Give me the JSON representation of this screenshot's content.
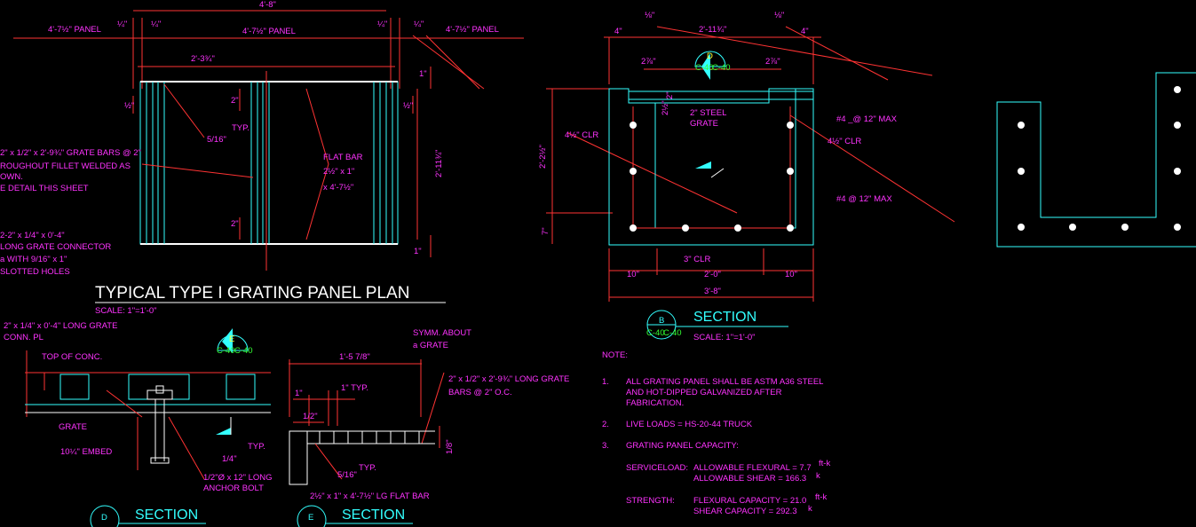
{
  "plan": {
    "top_dim": "4'-8\"",
    "panel_left": "4'-7½\" PANEL",
    "panel_mid": "4'-7½\" PANEL",
    "panel_right": "4'-7½\" PANEL",
    "quarter": "¼\"",
    "dim_233": "2'-3¾\"",
    "half": "½\"",
    "two_in": "2\"",
    "one_in": "1\"",
    "typ": "TYP.",
    "weld_5_16": "5/16\"",
    "flat_bar_1": "FLAT BAR",
    "flat_bar_2": "2½\" x 1\"",
    "flat_bar_3": "x 4'-7½\"",
    "dim_right": "2'-11¾\"",
    "grate_note_1": "2\" x 1/2\" x 2'-9¾\" GRATE BARS @ 2\"",
    "grate_note_2": "ROUGHOUT FILLET WELDED AS",
    "grate_note_3": "OWN.",
    "grate_note_4": "E DETAIL THIS SHEET",
    "conn_note_1": "2-2\" x 1/4\" x 0'-4\"",
    "conn_note_2": "LONG GRATE CONNECTOR",
    "conn_note_3": "a WITH 9/16\" x 1\"",
    "conn_note_4": "SLOTTED HOLES",
    "title": "TYPICAL TYPE I GRATING PANEL PLAN",
    "scale": "SCALE: 1\"=1'-0\""
  },
  "section_b": {
    "eighth": "⅛\"",
    "four_in": "4\"",
    "dim_top": "2'-11¾\"",
    "dim_278": "2⅞\"",
    "marker_letter": "D",
    "marker_ref_l": "C-40",
    "marker_ref_r": "C-40",
    "dim_2": "2\"",
    "dim_2b": "2½\"",
    "steel_grate_1": "2\" STEEL",
    "steel_grate_2": "GRATE",
    "rebar_1": "#4 _@ 12\" MAX",
    "rebar_2": "#4 @ 12\" MAX",
    "clr_left": "4½\" CLR",
    "clr_right": "4½\" CLR",
    "height_dim": "2'-2½\"",
    "bottom_7": "7\"",
    "clr_3": "3\" CLR",
    "dim_10_l": "10\"",
    "dim_20": "2'-0\"",
    "dim_10_r": "10\"",
    "dim_38": "3'-8\"",
    "bubble_letter": "B",
    "bubble_ref_l": "C-40",
    "bubble_ref_r": "C-40",
    "title": "SECTION",
    "scale": "SCALE: 1\"=1'-0\""
  },
  "notes": {
    "heading": "NOTE:",
    "n1_num": "1.",
    "n1_l1": "ALL GRATING PANEL SHALL BE ASTM A36 STEEL",
    "n1_l2": "AND HOT-DIPPED GALVANIZED AFTER",
    "n1_l3": "FABRICATION.",
    "n2_num": "2.",
    "n2": "LIVE LOADS = HS-20-44 TRUCK",
    "n3_num": "3.",
    "n3": "GRATING PANEL CAPACITY:",
    "service_label": "SERVICELOAD:",
    "service_flex": "ALLOWABLE FLEXURAL = 7.7",
    "service_shear": "ALLOWABLE SHEAR = 166.3",
    "unit_ftk": "ft-k",
    "unit_k": "k",
    "strength_label": "STRENGTH:",
    "strength_flex": "FLEXURAL CAPACITY = 21.0",
    "strength_shear": "SHEAR CAPACITY = 292.3"
  },
  "section_d": {
    "note_1": "2\" x 1/4\" x 0'-4\" LONG GRATE",
    "note_2": "CONN. PL",
    "top_conc": "TOP OF CONC.",
    "marker_letter": "E",
    "marker_ref_l": "C-40",
    "marker_ref_r": "C-40",
    "grate": "GRATE",
    "embed": "10¼\" EMBED",
    "typ": "TYP.",
    "weld_1_4": "1/4\"",
    "anchor_1": "1/2\"Ø x 12\" LONG",
    "anchor_2": "ANCHOR BOLT",
    "bubble_letter": "D",
    "title": "SECTION"
  },
  "section_e": {
    "symm_1": "SYMM. ABOUT",
    "symm_2": "a GRATE",
    "dim_top": "1'-5 7/8\"",
    "one_in": "1\"",
    "one_typ": "1\" TYP.",
    "half": "1/2\"",
    "grate_bars_1": "2\" x 1/2\" x 2'-9¾\" LONG GRATE",
    "grate_bars_2": "BARS @ 2\" O.C.",
    "height": "1/8\"",
    "weld_5_16": "5/16\"",
    "typ": "TYP.",
    "flat_bar": "2½\" x 1\" x 4'-7½\" LG FLAT BAR",
    "bubble_letter": "E",
    "title": "SECTION"
  }
}
